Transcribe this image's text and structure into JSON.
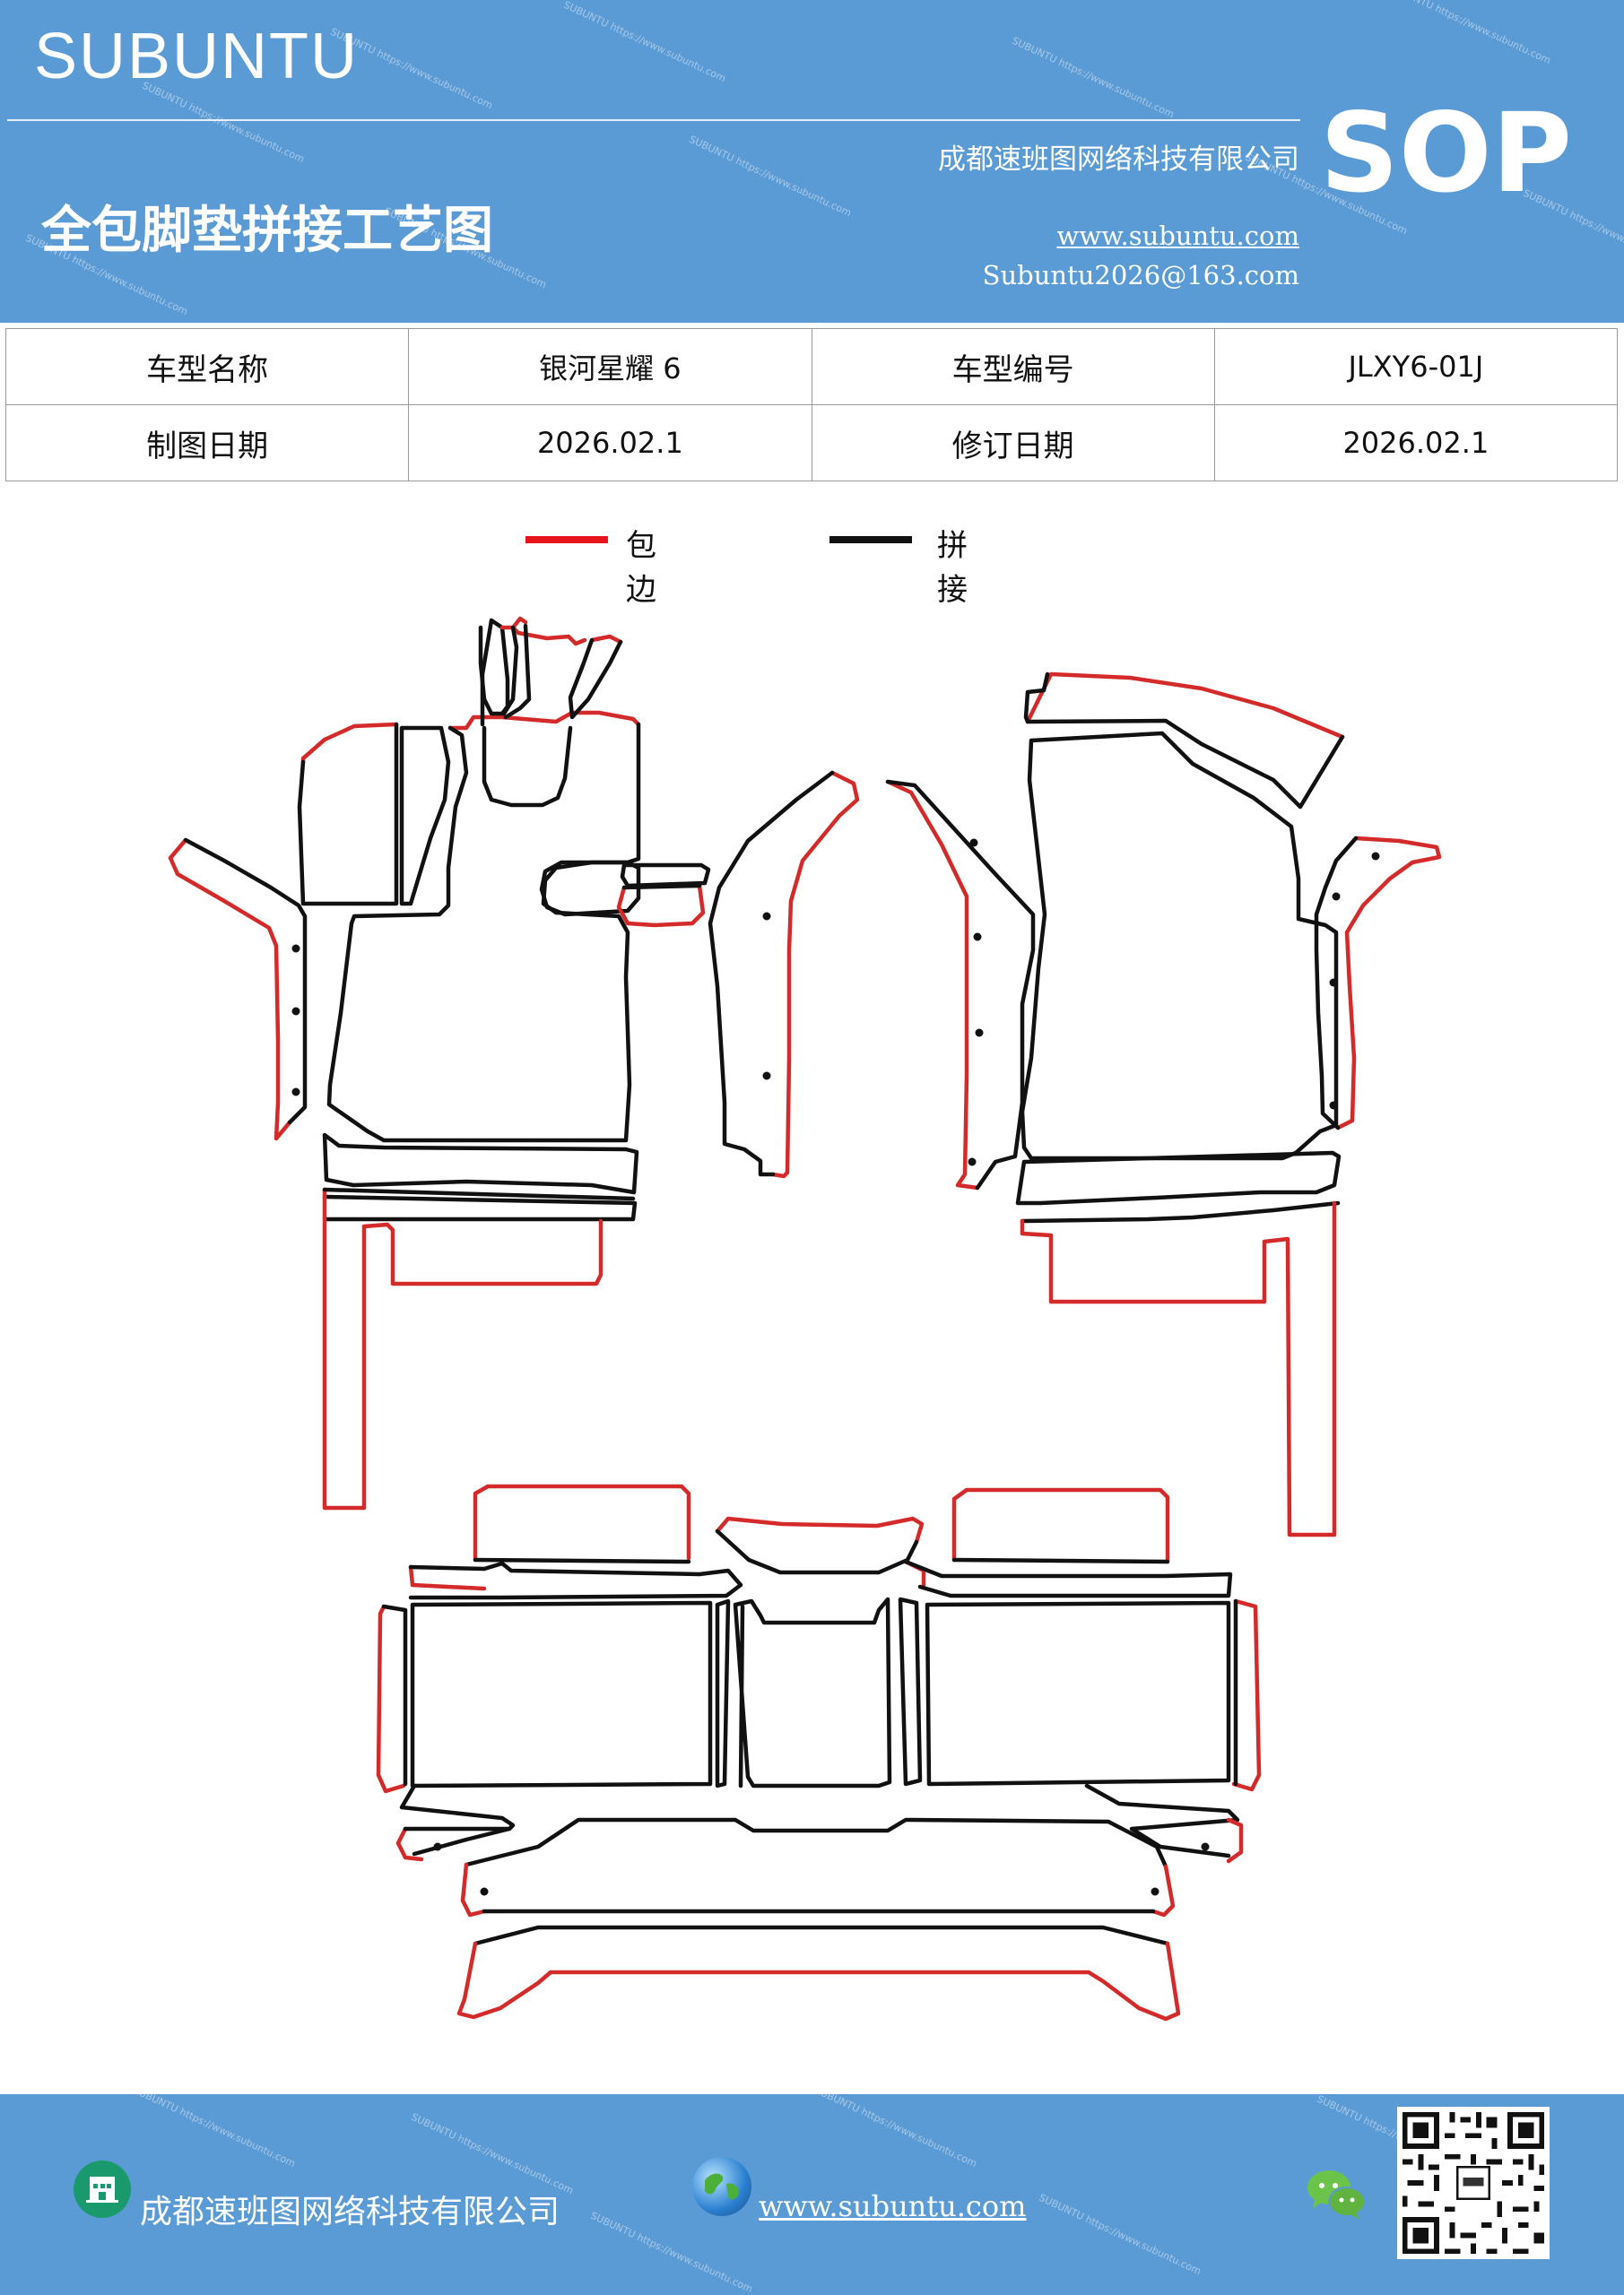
{
  "header": {
    "brand": "SUBUNTU",
    "badge": "SOP",
    "company": "成都速班图网络科技有限公司",
    "title": "全包脚垫拼接工艺图",
    "website": "www.subuntu.com",
    "email": "Subuntu2026@163.com"
  },
  "info_table": {
    "rows": [
      [
        "车型名称",
        "银河星耀 6",
        "车型编号",
        "JLXY6-01J"
      ],
      [
        "制图日期",
        "2026.02.1",
        "修订日期",
        "2026.02.1"
      ]
    ]
  },
  "legend": [
    {
      "label": "包边",
      "color": "#e8141c"
    },
    {
      "label": "拼接",
      "color": "#111111"
    }
  ],
  "colors": {
    "header_bg": "#5b9bd5",
    "edge_binding": "#d42a2a",
    "seam": "#111111"
  },
  "footer": {
    "company": "成都速班图网络科技有限公司",
    "website": "www.subuntu.com",
    "icons": [
      "building-icon",
      "globe-icon",
      "wechat-icon",
      "qr-code"
    ]
  }
}
